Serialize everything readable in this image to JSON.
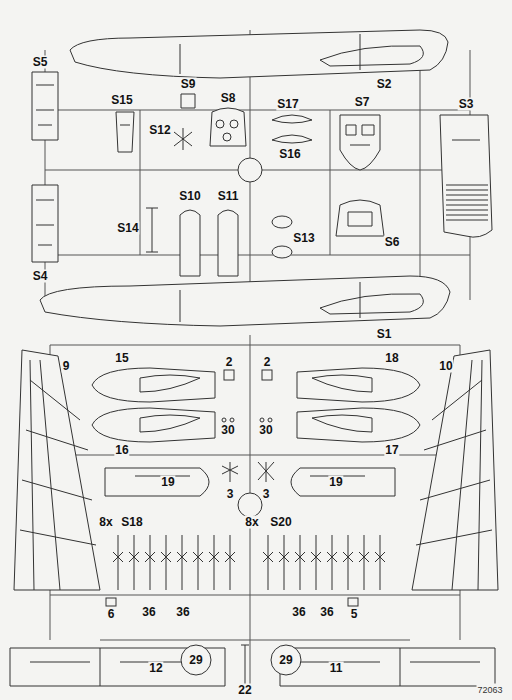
{
  "diagram": {
    "labels": [
      "S5",
      "S2",
      "S3",
      "S15",
      "S9",
      "S8",
      "S17",
      "S7",
      "S12",
      "S16",
      "S10",
      "S11",
      "S14",
      "S13",
      "S6",
      "S4",
      "S1",
      "9",
      "15",
      "2",
      "2",
      "18",
      "10",
      "16",
      "30",
      "30",
      "17",
      "19",
      "3",
      "3",
      "19",
      "8x",
      "S18",
      "8x",
      "S20",
      "6",
      "36",
      "36",
      "36",
      "36",
      "5",
      "12",
      "29",
      "22",
      "29",
      "11",
      "72063"
    ]
  }
}
